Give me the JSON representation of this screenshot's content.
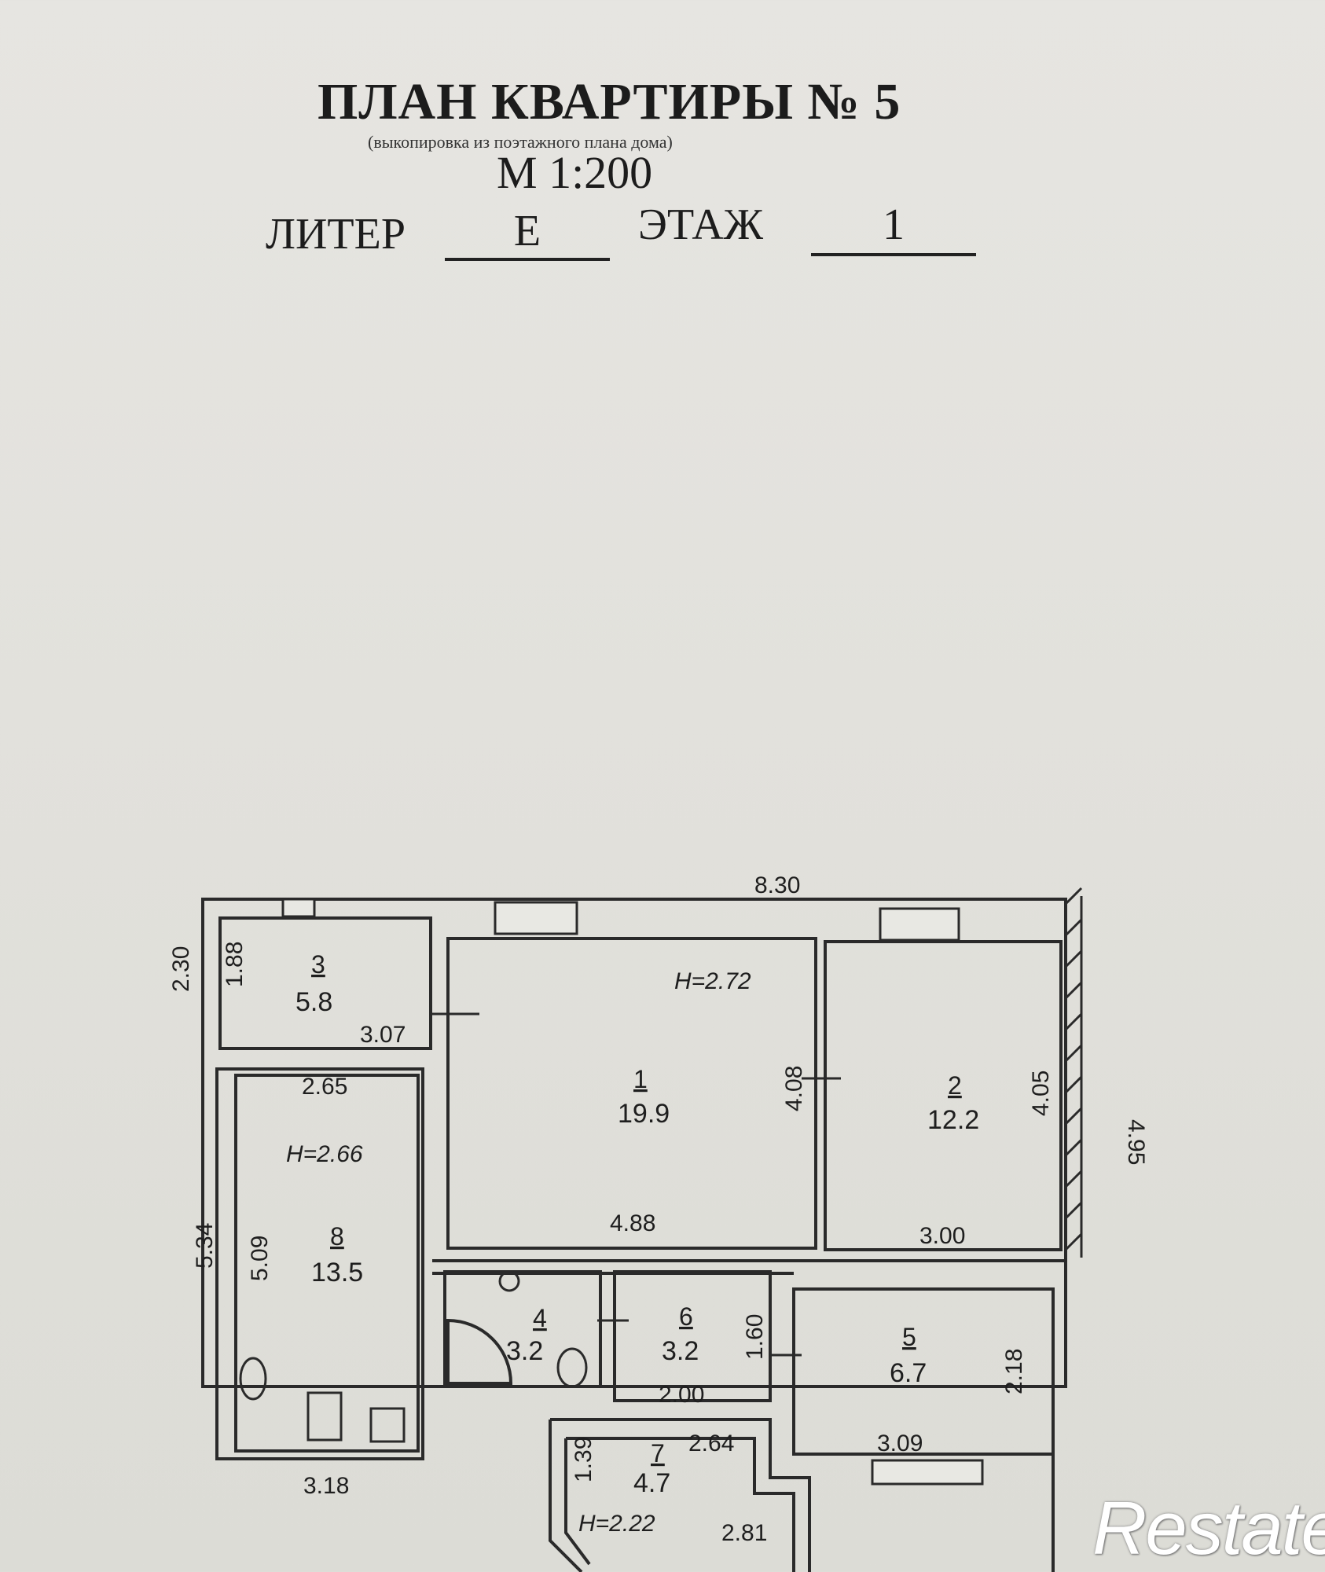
{
  "header": {
    "title": "ПЛАН КВАРТИРЫ № 5",
    "subtitle": "(выкопировка из поэтажного плана дома)",
    "scale": "М 1:200",
    "liter_label": "ЛИТЕР",
    "liter_value": "Е",
    "floor_label": "ЭТАЖ",
    "floor_value": "1"
  },
  "plan": {
    "overall_width": "8.30",
    "overall_left_height": "5.34",
    "overall_right_height": "4.95",
    "top_left_height": "2.30",
    "bottom_left_width": "3.18",
    "rooms": [
      {
        "number": "1",
        "area": "19.9",
        "height": "H=2.72",
        "dims": [
          "4.88",
          "4.08"
        ]
      },
      {
        "number": "2",
        "area": "12.2",
        "dims": [
          "3.00",
          "4.05"
        ]
      },
      {
        "number": "3",
        "area": "5.8",
        "dims": [
          "3.07",
          "1.88"
        ]
      },
      {
        "number": "4",
        "area": "3.2"
      },
      {
        "number": "5",
        "area": "6.7",
        "dims": [
          "3.09",
          "2.18"
        ]
      },
      {
        "number": "6",
        "area": "3.2",
        "dims": [
          "2.00",
          "1.60"
        ]
      },
      {
        "number": "7",
        "area": "4.7",
        "height": "H=2.22",
        "dims": [
          "2.64",
          "1.39",
          "2.81"
        ]
      },
      {
        "number": "8",
        "area": "13.5",
        "height": "H=2.66",
        "dims": [
          "2.65",
          "5.09"
        ]
      }
    ]
  },
  "logo": {
    "text": "Restate"
  }
}
